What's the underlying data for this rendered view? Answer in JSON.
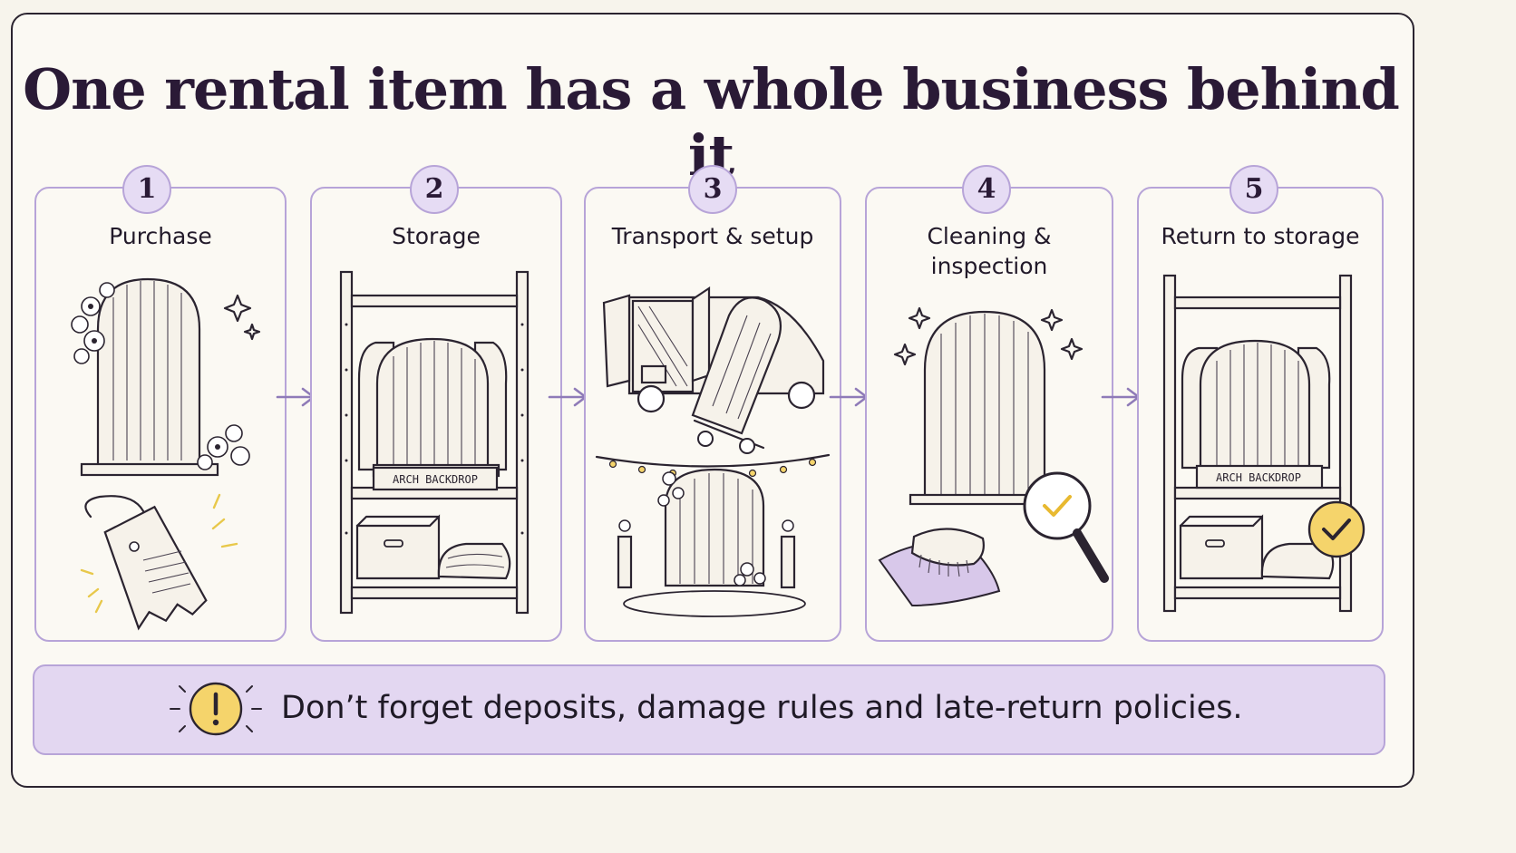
{
  "title": "One rental item has a whole business behind it",
  "steps": [
    {
      "number": "1",
      "label": "Purchase"
    },
    {
      "number": "2",
      "label": "Storage",
      "shelf_label": "ARCH BACKDROP"
    },
    {
      "number": "3",
      "label": "Transport & setup"
    },
    {
      "number": "4",
      "label": "Cleaning & inspection"
    },
    {
      "number": "5",
      "label": "Return to storage",
      "shelf_label": "ARCH BACKDROP"
    }
  ],
  "note": {
    "text": "Don’t forget deposits, damage rules and late-return policies.",
    "icon": "warning-icon"
  },
  "colors": {
    "accent": "#b7a4d8",
    "accent_fill": "#e3d7f1",
    "badge": "#e6dcf4",
    "warning": "#f5d46b",
    "ink": "#2b2430",
    "paper": "#fbf9f3"
  }
}
